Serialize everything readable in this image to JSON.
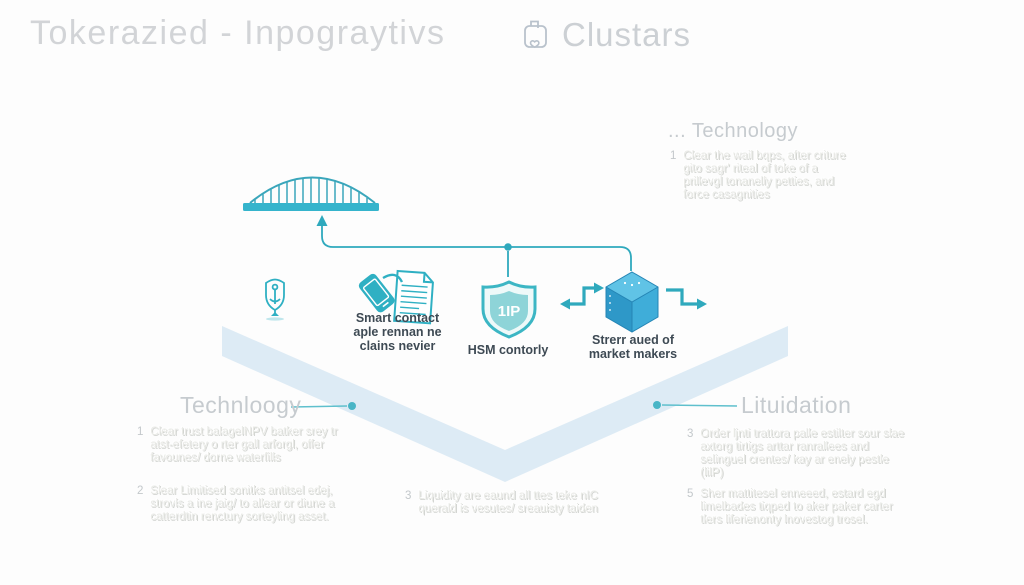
{
  "header": {
    "title": "Tokerazied - Inpograytivs",
    "brand": "Clustars"
  },
  "sections": {
    "top_right": {
      "heading": "... Technology",
      "items": [
        {
          "num": "1",
          "text": "Clear the wail bqps, after criture gito sagr' riteal of toke of a prillevgl tonanelly petties, and force casagnities"
        }
      ]
    },
    "bottom_left": {
      "heading": "Technloogy",
      "items": [
        {
          "num": "1",
          "text": "Clear trust balagelNPV batker srey tr atst-efetery o rter gall arforgl, offer favounes/ dorne waterfills"
        },
        {
          "num": "2",
          "text": "Slear Limitised sonitks antitsel edej, strovls a ine jaig/ to allear or diune a catterdtin renctury sorteyling asset."
        }
      ]
    },
    "bottom_middle": {
      "items": [
        {
          "num": "3",
          "text": "Liquidity are eaund all ttes teke nIC querald is vesutes/ sreauisty taiden"
        }
      ]
    },
    "bottom_right": {
      "heading": "Lituidation",
      "items": [
        {
          "num": "3",
          "text": "Order ljnti trattora palle estilter sour slae axtorg tirtigs arttar ranrallees and selinguel crentes/ kay ar enely pestle (lilP)"
        },
        {
          "num": "5",
          "text": "Sher mattitesel enneeed, estard egd limelbades tiqped to aker paker carter tlers liferienonty lnovestog trosel."
        }
      ]
    }
  },
  "diagram": {
    "icons": [
      {
        "name": "anchor-shield-icon",
        "caption": ""
      },
      {
        "name": "smart-contract-icon",
        "caption": "Smart contact\naple rennan ne\nclains nevier"
      },
      {
        "name": "hsm-shield-icon",
        "badge": "1IP",
        "caption": "HSM contorly"
      },
      {
        "name": "market-cube-icon",
        "caption": "Strerr aued of\nmarket makers"
      }
    ]
  },
  "colors": {
    "teal": "#2fb0c3",
    "teal_line": "#49b5c6",
    "cube_blue": "#3aa4d6",
    "band_blue": "#dbeaf4",
    "title_gray": "#d2d4d7",
    "heading_gray": "#c6cbcf",
    "caption_dark": "#3e4a54",
    "ghost_text": "#e9eae6"
  }
}
